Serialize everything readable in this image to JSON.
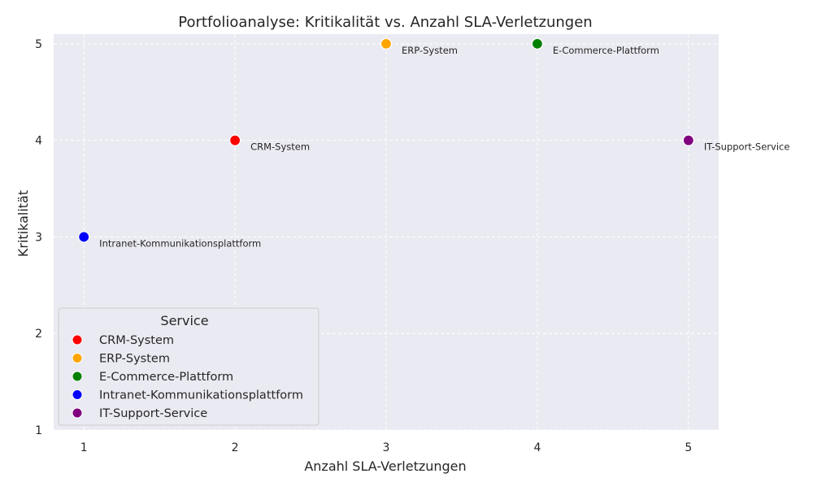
{
  "chart_data": {
    "type": "scatter",
    "title": "Portfolioanalyse: Kritikalität vs. Anzahl SLA-Verletzungen",
    "xlabel": "Anzahl SLA-Verletzungen",
    "ylabel": "Kritikalität",
    "xlim": [
      0.8,
      5.2
    ],
    "ylim": [
      1,
      5.1
    ],
    "xticks": [
      "1",
      "2",
      "3",
      "4",
      "5"
    ],
    "yticks": [
      "1",
      "2",
      "3",
      "4",
      "5"
    ],
    "grid": true,
    "legend_title": "Service",
    "legend_position": "lower-left",
    "series": [
      {
        "name": "CRM-System",
        "x": 2,
        "y": 4,
        "color": "#ff0000"
      },
      {
        "name": "ERP-System",
        "x": 3,
        "y": 5,
        "color": "#ffa500"
      },
      {
        "name": "E-Commerce-Plattform",
        "x": 4,
        "y": 5,
        "color": "#008000"
      },
      {
        "name": "Intranet-Kommunikationsplattform",
        "x": 1,
        "y": 3,
        "color": "#0000ff"
      },
      {
        "name": "IT-Support-Service",
        "x": 5,
        "y": 4,
        "color": "#800080"
      }
    ]
  }
}
